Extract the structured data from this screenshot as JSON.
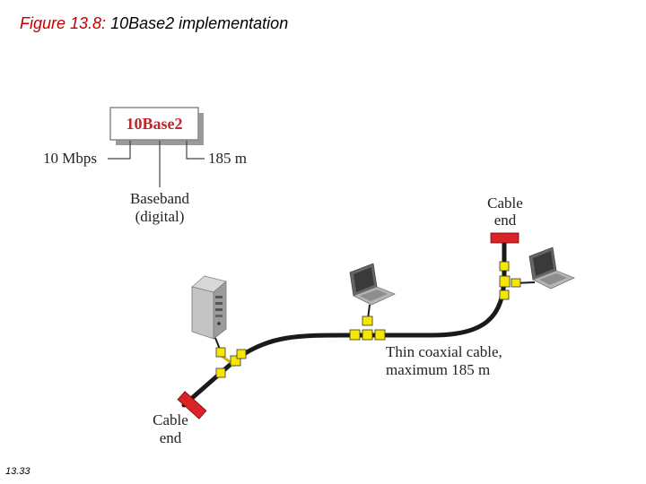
{
  "title": {
    "figure": "Figure 13.8:",
    "text": "10Base2 implementation"
  },
  "standard_box": {
    "label": "10Base2"
  },
  "annotations": {
    "speed": "10 Mbps",
    "length": "185 m",
    "signal_line1": "Baseband",
    "signal_line2": "(digital)",
    "cable_end_top_line1": "Cable",
    "cable_end_top_line2": "end",
    "cable_end_bottom_line1": "Cable",
    "cable_end_bottom_line2": "end",
    "cable_desc_line1": "Thin coaxial cable,",
    "cable_desc_line2": "maximum 185 m"
  },
  "colors": {
    "terminator": "#d9232a",
    "connector": "#f7e600",
    "cable": "#1a1a1a",
    "box_label": "#c0272d"
  },
  "page_number": "13.33"
}
